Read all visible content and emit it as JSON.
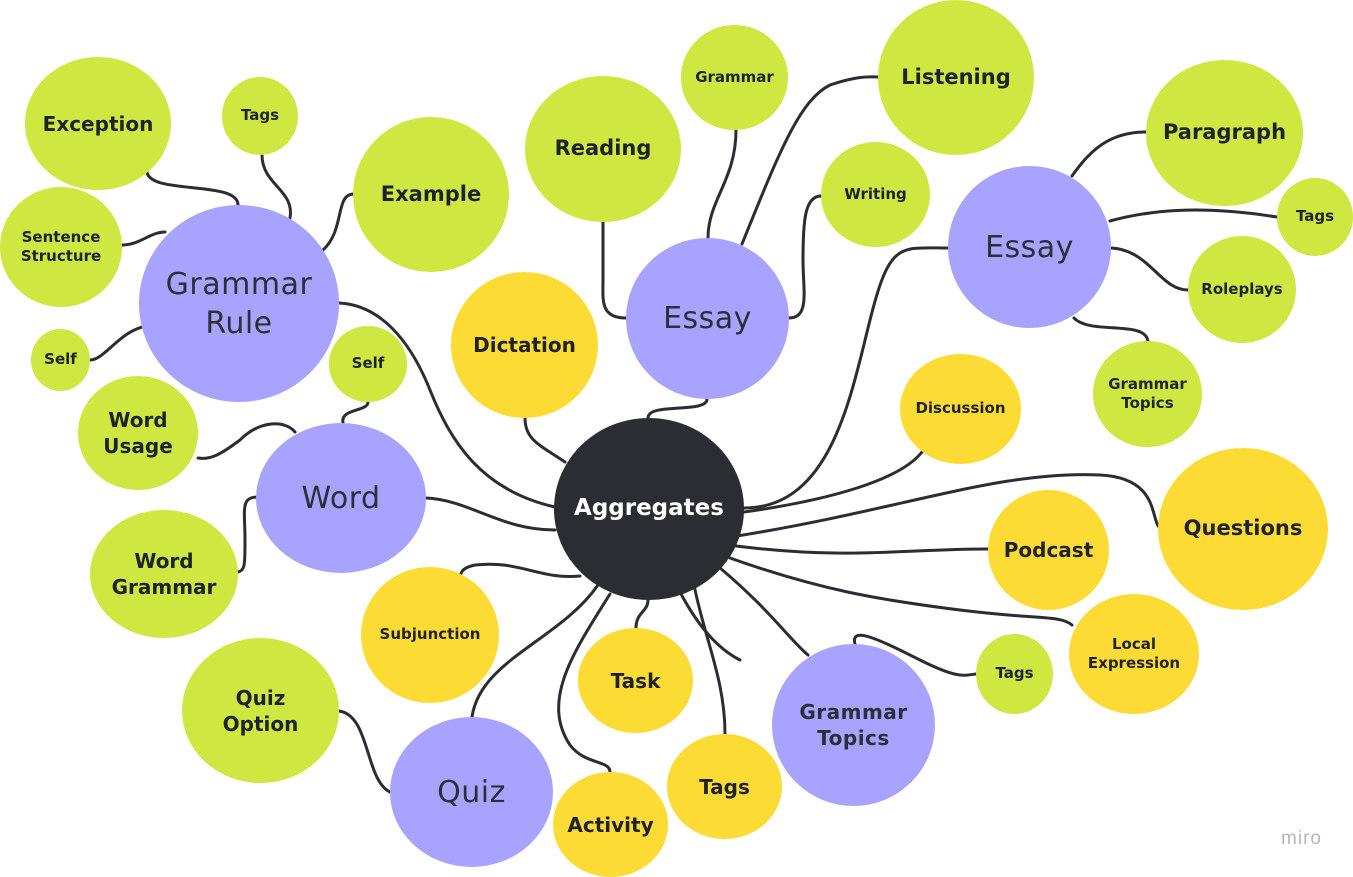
{
  "colors": {
    "green": "#cee741",
    "yellow": "#fddb35",
    "purple": "#a8a3ff",
    "dark": "#2c2d33",
    "line": "#2c2d33",
    "watermark": "#b3b6bd"
  },
  "mindmap": {
    "center": "Aggregates",
    "nodes": {
      "grammar_rule": "Grammar\nRule",
      "exception": "Exception",
      "tags_gr": "Tags",
      "example": "Example",
      "sentence_structure": "Sentence\nStructure",
      "self_gr": "Self",
      "word": "Word",
      "self_word": "Self",
      "word_usage": "Word\nUsage",
      "word_grammar": "Word\nGrammar",
      "essay_mid": "Essay",
      "reading": "Reading",
      "grammar_essay": "Grammar",
      "listening": "Listening",
      "writing": "Writing",
      "essay_right": "Essay",
      "paragraph": "Paragraph",
      "tags_essay": "Tags",
      "roleplays": "Roleplays",
      "grammar_topics_essay": "Grammar\nTopics",
      "dictation": "Dictation",
      "discussion": "Discussion",
      "questions": "Questions",
      "podcast": "Podcast",
      "local_expression": "Local\nExpression",
      "tags_gt": "Tags",
      "grammar_topics": "Grammar\nTopics",
      "tags_center": "Tags",
      "task": "Task",
      "activity": "Activity",
      "subjunction": "Subjunction",
      "quiz": "Quiz",
      "quiz_option": "Quiz\nOption"
    }
  },
  "watermark": "miro"
}
